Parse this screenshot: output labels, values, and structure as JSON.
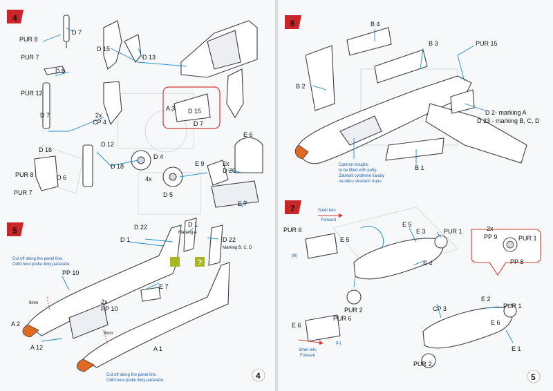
{
  "colors": {
    "step_badge": "#c8252b",
    "callout_blue": "#1a8bd1",
    "highlight_red": "#d23b2e",
    "nose_orange": "#e06a1f",
    "lineart": "#3a3d44",
    "marking_green": "#a7b820"
  },
  "left_page": {
    "page_number": "4",
    "step4": {
      "number": "4",
      "labels": [
        "PUR 8",
        "D 7",
        "PUR 7",
        "D 15",
        "D 13",
        "D 8",
        "PUR 12",
        "D 7",
        "2x",
        "CP 4",
        "A 3",
        "D 15",
        "D 7",
        "E 6",
        "D 16",
        "D 12",
        "D 18",
        "D 4",
        "E 9",
        "2x",
        "D 20",
        "PUR 8",
        "D 6",
        "PUR 7",
        "4x",
        "D 5",
        "E 7"
      ]
    },
    "step5": {
      "number": "5",
      "labels": [
        "D 22",
        "D 1",
        "D 1",
        "Marking A",
        "D 22",
        "Marking B, C, D",
        "PP 10",
        "E 7",
        "A 2",
        "9mm",
        "2x",
        "PP 10",
        "9mm",
        "A 12",
        "A 1"
      ],
      "note_top_en": "Cut off along the panel line.",
      "note_top_cz": "Odříznout podle linky paneláže.",
      "note_bottom_en": "Cut off along the panel line.",
      "note_bottom_cz": "Odříznout podle linky paneláže."
    }
  },
  "right_page": {
    "page_number": "5",
    "step6": {
      "number": "6",
      "labels": [
        "B 4",
        "B 3",
        "PUR 15",
        "B 2",
        "D 2- marking A",
        "D 23 - marking B, C, D",
        "B 1"
      ],
      "note_en1": "Cannon troughs",
      "note_en2": "to be filled with putty.",
      "note_cz1": "Zatmelit výstřelné kanály",
      "note_cz2": "na obou stranách trupu."
    },
    "step7": {
      "number": "7",
      "labels": [
        "PUR 6",
        "Směr letu",
        "Forward",
        "(R)",
        "E 5",
        "E 3",
        "PUR 1",
        "E 5",
        "2x",
        "PP 9",
        "PUR 1",
        "E 4",
        "PP 8",
        "PUR 2",
        "CP 3",
        "E 2",
        "PUR 1",
        "E 6",
        "PUR 6",
        "E 6",
        "(L)",
        "Směr letu",
        "Forward",
        "PUR 2",
        "E 1"
      ]
    }
  }
}
